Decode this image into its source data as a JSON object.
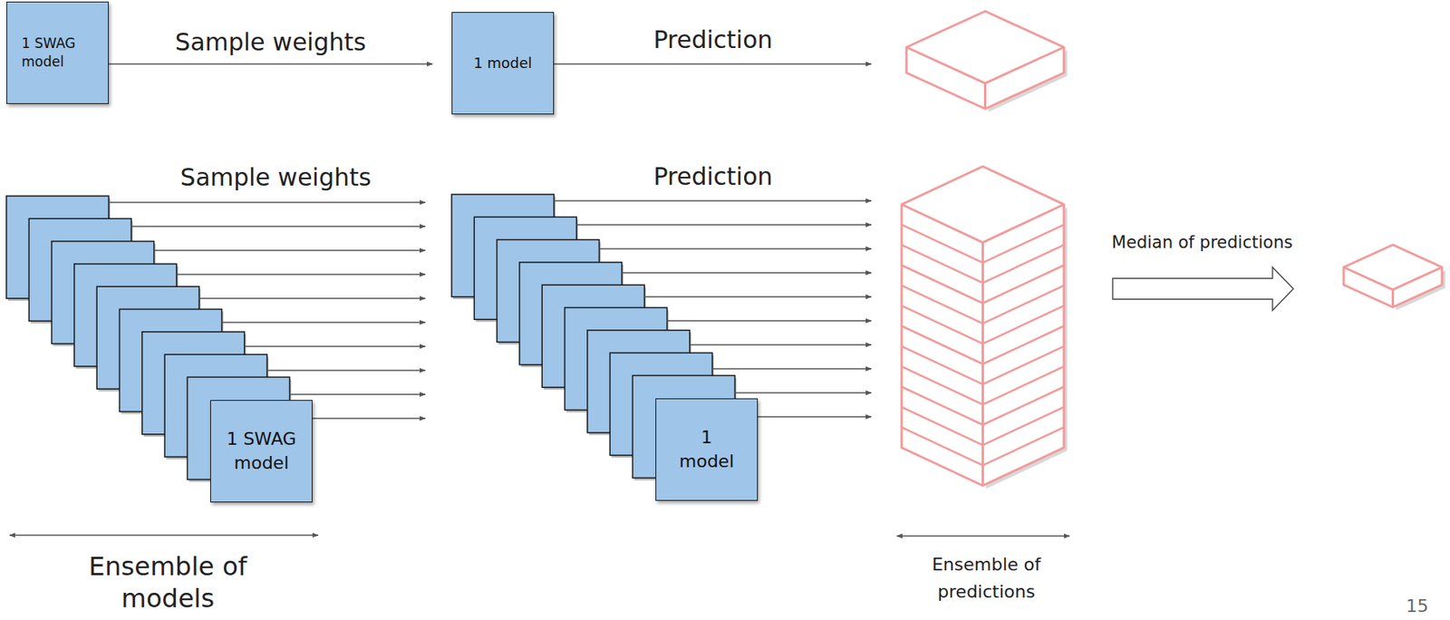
{
  "diagram": {
    "nodes": [
      {
        "text": [
          "1 SWAG model"
        ]
      },
      {
        "text": [
          "1 model"
        ]
      },
      {
        "text": [
          "1 SWAG model"
        ]
      },
      {
        "text": [
          "1 model"
        ]
      }
    ],
    "edges": [
      {
        "from": 0,
        "to": 1,
        "label": "Sample weights",
        "arrow": "to"
      }
    ],
    "labels": [
      "Prediction",
      "Sample weights",
      "Prediction",
      "Median of predictions",
      "Ensemble of models",
      "Ensemble of predictions",
      "15"
    ]
  }
}
